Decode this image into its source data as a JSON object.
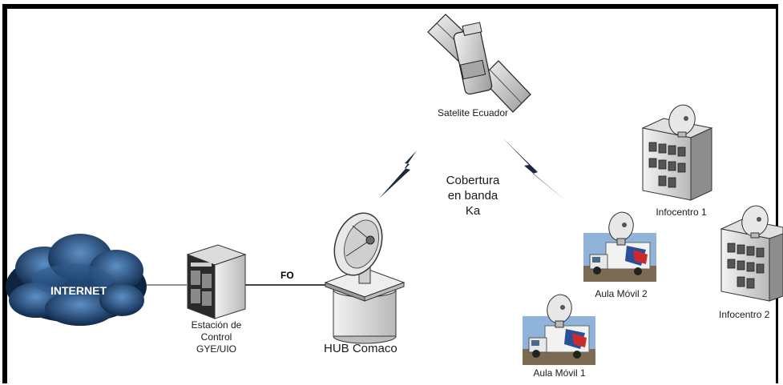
{
  "nodes": {
    "internet": "INTERNET",
    "control_station": [
      "Estación de",
      "Control",
      "GYE/UIO"
    ],
    "link_label": "FO",
    "hub": "HUB Comaco",
    "satellite": "Satelite Ecuador",
    "coverage": [
      "Cobertura",
      "en banda",
      "Ka"
    ],
    "mobile_1": "Aula Móvil 1",
    "mobile_2": "Aula Móvil 2",
    "infocentro_1": "Infocentro 1",
    "infocentro_2": "Infocentro 2"
  }
}
